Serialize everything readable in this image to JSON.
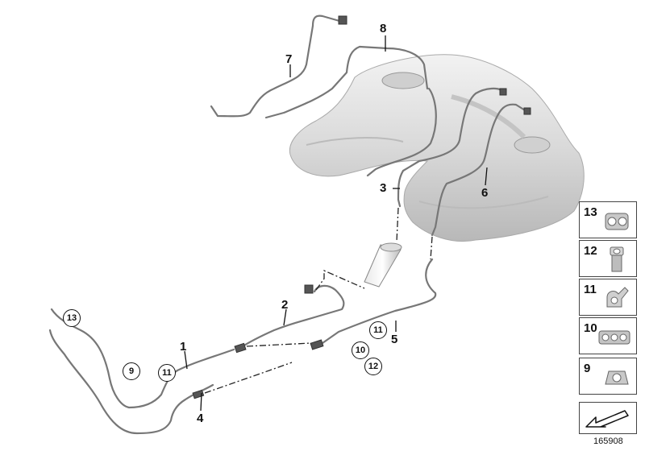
{
  "callouts": {
    "n1": "1",
    "n2": "2",
    "n3": "3",
    "n4": "4",
    "n5": "5",
    "n6": "6",
    "n7": "7",
    "n8": "8",
    "c13": "13",
    "c9": "9",
    "c11a": "11",
    "c11b": "11",
    "c10": "10",
    "c12": "12"
  },
  "parts_panel": {
    "items": [
      {
        "number": "13",
        "icon": "clip-13-icon"
      },
      {
        "number": "12",
        "icon": "sleeve-12-icon"
      },
      {
        "number": "11",
        "icon": "holder-11-icon"
      },
      {
        "number": "10",
        "icon": "clip-10-icon"
      },
      {
        "number": "9",
        "icon": "clip-9-icon"
      }
    ],
    "nav_icon": "arrow-down-left-icon"
  },
  "diagram_id": "165908"
}
